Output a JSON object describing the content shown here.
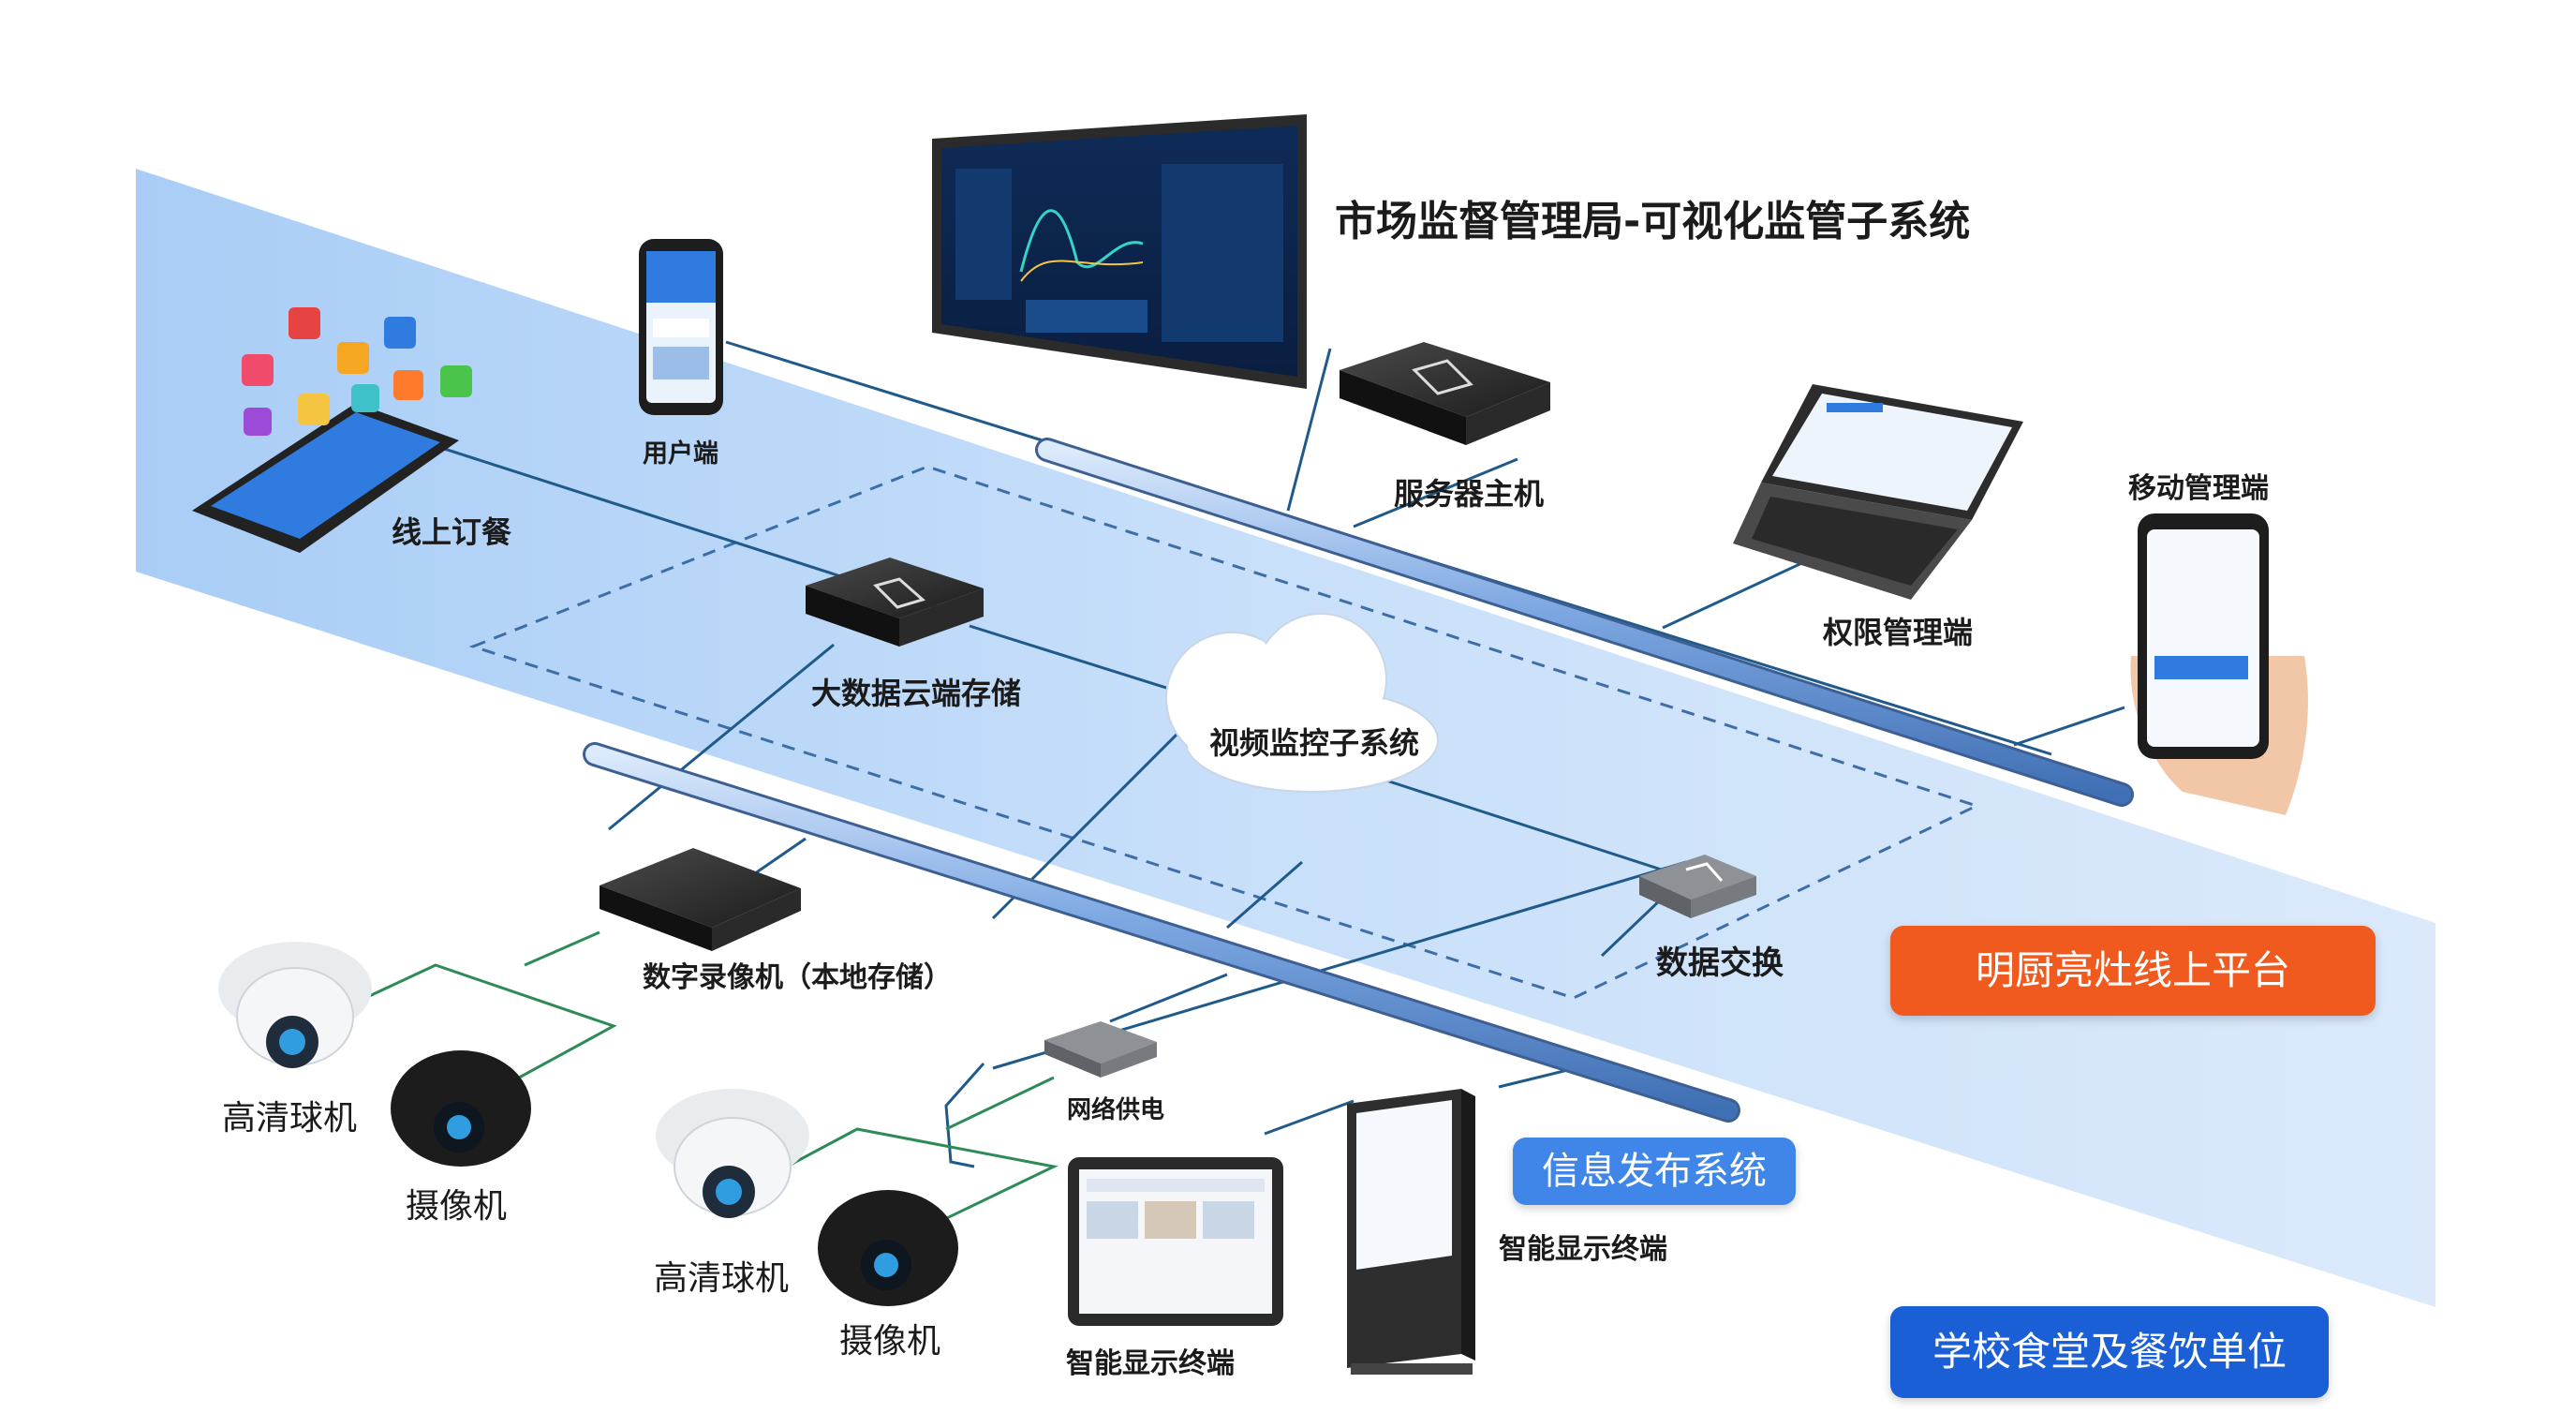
{
  "title": "市场监督管理局-可视化监管子系统",
  "nodes": {
    "user_end": "用户端",
    "online_order": "线上订餐",
    "server_host": "服务器主机",
    "permission_admin": "权限管理端",
    "mobile_admin": "移动管理端",
    "bigdata_cloud": "大数据云端存储",
    "video_subsystem": "视频监控子系统",
    "dvr_local": "数字录像机（本地存储）",
    "data_switch": "数据交换",
    "poe": "网络供电",
    "hd_dome_1": "高清球机",
    "camera_1": "摄像机",
    "hd_dome_2": "高清球机",
    "camera_2": "摄像机",
    "smart_display_kiosk": "智能显示终端",
    "smart_display_tv": "智能显示终端"
  },
  "badges": {
    "platform": "明厨亮灶线上平台",
    "info_release": "信息发布系统",
    "school": "学校食堂及餐饮单位"
  },
  "colors": {
    "platform_badge": "#f05a1e",
    "info_badge": "#3f86e8",
    "school_badge": "#1a5fd6",
    "band": "#bcd7f7",
    "line": "#1f5a8a",
    "green_line": "#2e8b57"
  }
}
